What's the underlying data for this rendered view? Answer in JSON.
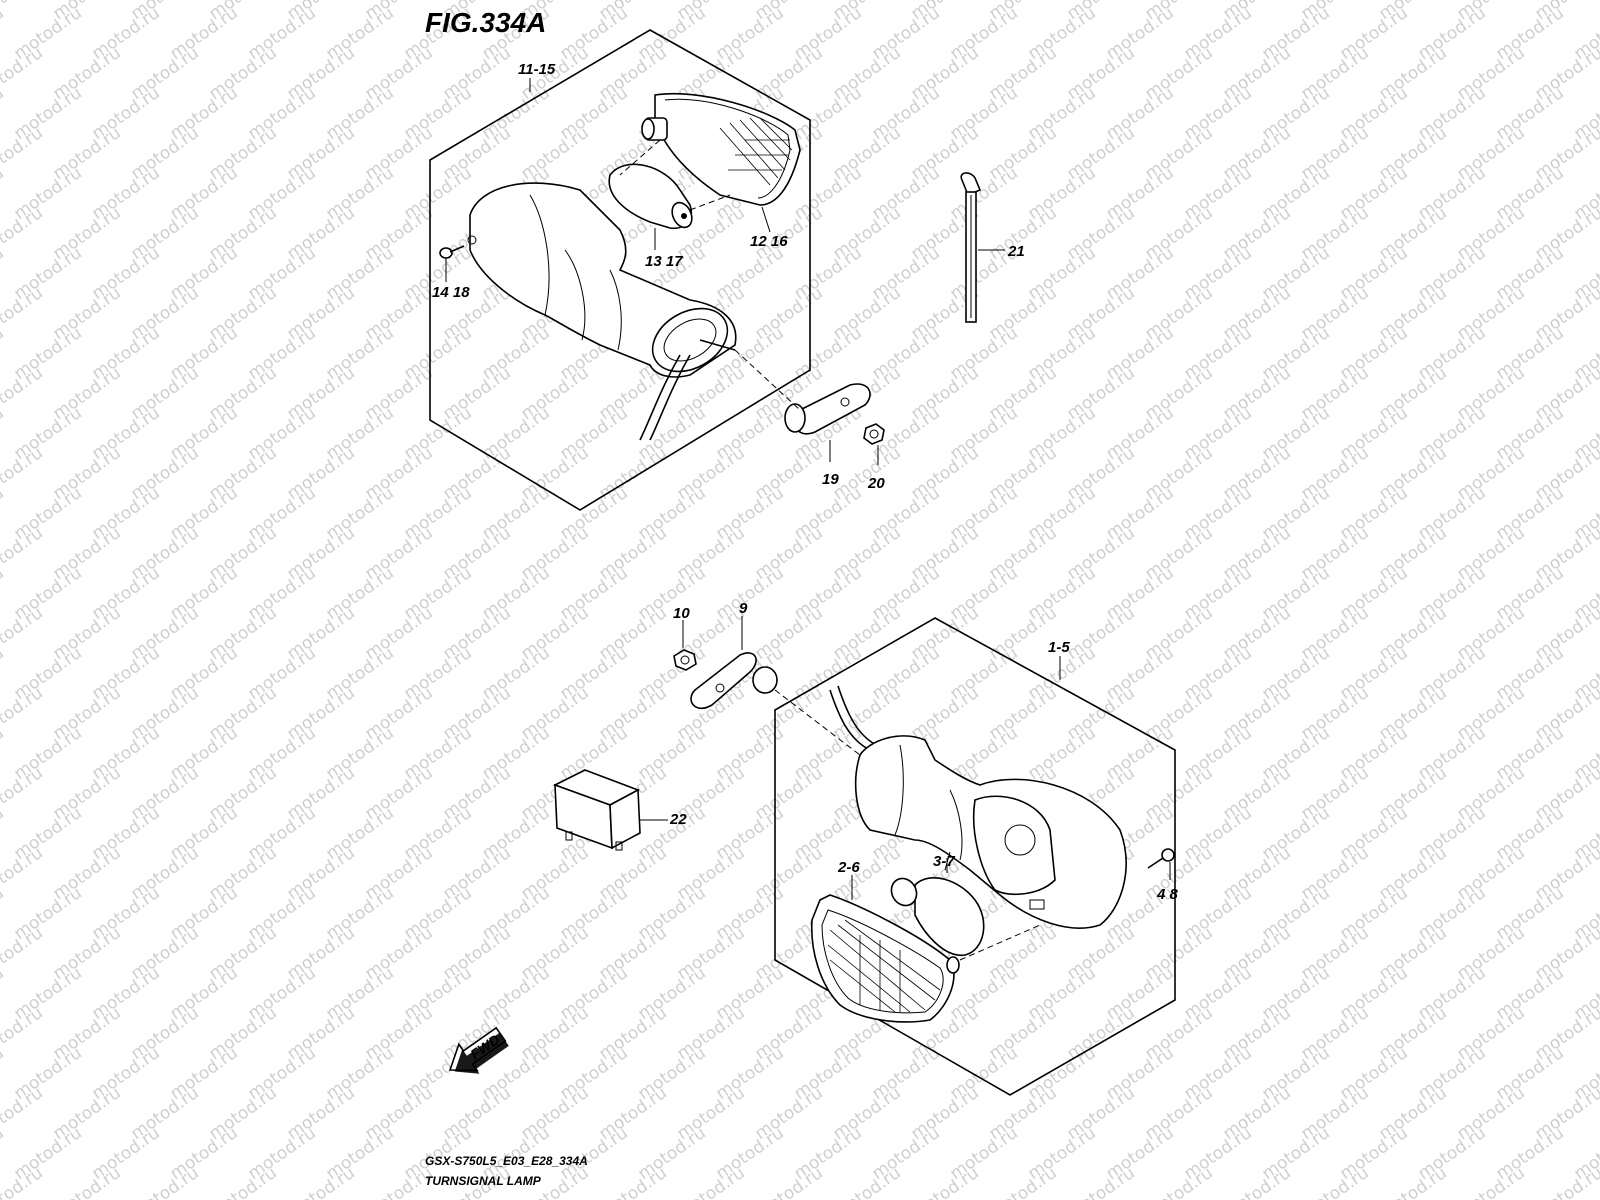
{
  "figure": {
    "title": "FIG.334A",
    "model_code": "GSX-S750L5_E03_E28_334A",
    "caption": "TURNSIGNAL LAMP",
    "direction_label": "FWD"
  },
  "watermark": {
    "text": "motod.ru"
  },
  "callouts": {
    "c_11_15": "11-15",
    "c_12_16": "12 16",
    "c_13_17": "13 17",
    "c_14_18": "14 18",
    "c_19": "19",
    "c_20": "20",
    "c_21": "21",
    "c_10": "10",
    "c_9": "9",
    "c_1_5": "1-5",
    "c_22": "22",
    "c_2_6": "2-6",
    "c_3_7": "3-7",
    "c_4_8": "4 8"
  }
}
